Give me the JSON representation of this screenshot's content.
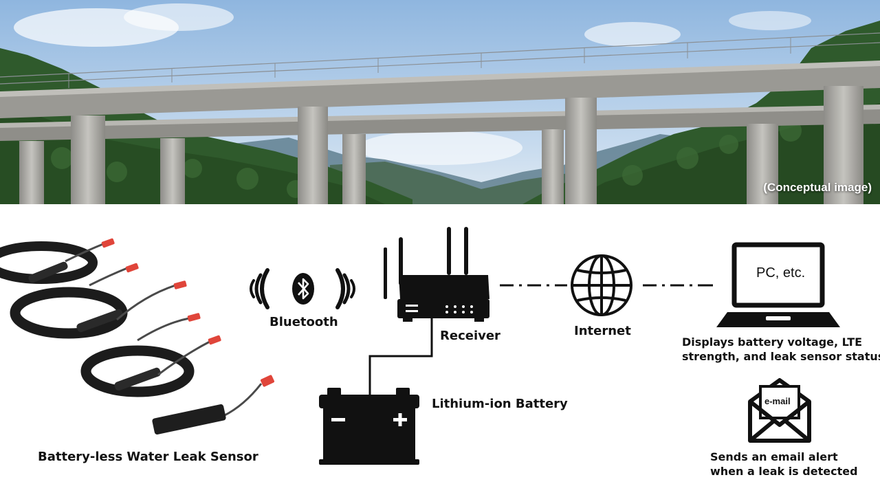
{
  "hero": {
    "caption": "(Conceptual image)"
  },
  "sensor": {
    "label": "Battery-less Water Leak Sensor"
  },
  "bluetooth": {
    "label": "Bluetooth",
    "icon": "bluetooth-icon"
  },
  "receiver": {
    "label": "Receiver",
    "icon": "router-icon"
  },
  "battery": {
    "label": "Lithium-ion Battery",
    "icon": "battery-icon"
  },
  "internet": {
    "label": "Internet",
    "icon": "globe-icon"
  },
  "pc": {
    "screen_text": "PC, etc.",
    "description_lines": [
      "Displays battery voltage, LTE",
      "strength, and leak sensor status"
    ]
  },
  "email": {
    "icon_text": "e-mail",
    "description_lines": [
      "Sends an email alert",
      "when a leak is detected"
    ]
  },
  "colors": {
    "sky": "#a9c8e6",
    "forest": "#2f5a2c",
    "concrete": "#a8a7a2",
    "ink": "#111111",
    "sensor_tip": "#e0453a"
  }
}
